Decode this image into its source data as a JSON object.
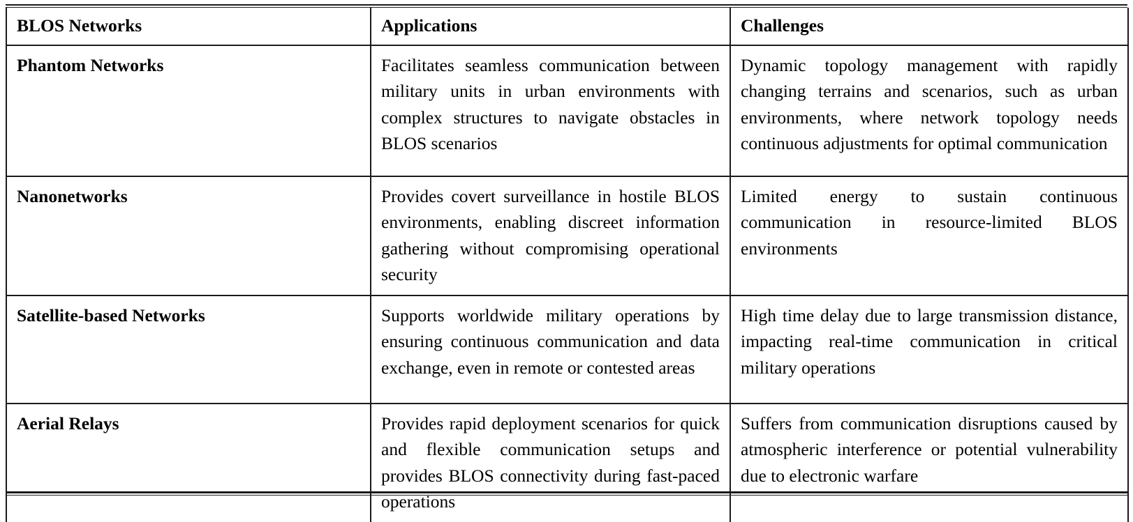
{
  "table": {
    "caption": "",
    "columns": [
      {
        "key": "network",
        "label": "BLOS Networks"
      },
      {
        "key": "applications",
        "label": "Applications"
      },
      {
        "key": "challenges",
        "label": "Challenges"
      }
    ],
    "rows": [
      {
        "network": "Phantom Networks",
        "applications": "Facilitates seamless communication between military units in urban environments with complex structures to navigate obstacles in BLOS scenarios",
        "challenges": "Dynamic topology management with rapidly changing terrains and scenarios, such as urban environments, where network topology needs continuous adjustments for optimal communication"
      },
      {
        "network": "Nanonetworks",
        "applications": "Provides covert surveillance in hostile BLOS environments, enabling discreet information gathering without compromising operational security",
        "challenges": "Limited energy to sustain continuous communication in resource-limited BLOS environments"
      },
      {
        "network": "Satellite-based Networks",
        "applications": "Supports worldwide military operations by ensuring continuous communication and data exchange, even in remote or contested areas",
        "challenges": "High time delay due to large transmission distance, impacting real-time communication in critical military operations"
      },
      {
        "network": "Aerial Relays",
        "applications": "Provides rapid deployment scenarios for quick and flexible communication setups and provides BLOS connectivity during fast-paced operations",
        "challenges": "Suffers from communication disruptions caused by atmospheric interference or potential vulnerability due to electronic warfare"
      }
    ]
  },
  "style": {
    "rule_color": "#1a1a1a",
    "text_color": "#000000",
    "background": "#ffffff"
  }
}
